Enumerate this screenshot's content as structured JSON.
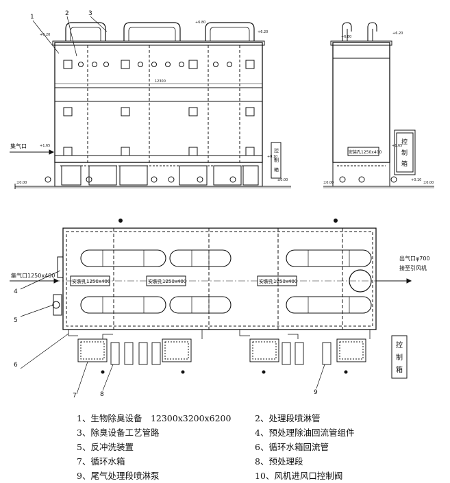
{
  "labels": {
    "inlet": "集气口",
    "inlet_plan": "集气口1250x400",
    "outlet_line1": "出气口φ700",
    "outlet_line2": "接至引风机",
    "control_box": [
      "控",
      "制",
      "箱"
    ],
    "control_box_side": [
      "控",
      "制",
      "箱"
    ],
    "install_hole_side": "安装孔1250x400",
    "install_holes": [
      "安装孔1250x400",
      "安装孔1250x400",
      "安装孔1250x400"
    ],
    "dimension_length": "12300",
    "level_top": "+6.80",
    "level_top2": "+6.20",
    "level_right": "+6.20",
    "level_left_top": "+6.20",
    "level_inlet": "+1.65",
    "level_inlet_side": "+1.65",
    "level_mid": "+0.10",
    "level_zero_left": "±0.00",
    "level_zero_right": "±0.00",
    "level_zero_side": "±0.00",
    "level_zero_side2": "±0.00",
    "level_side_top": "+6.80",
    "level_side_right": "+0.10"
  },
  "callouts": [
    "1",
    "2",
    "3",
    "4",
    "5",
    "6",
    "7",
    "8",
    "9"
  ],
  "legend": [
    {
      "text": "1、生物除臭设备　12300x3200x6200"
    },
    {
      "text": "2、处理段喷淋管"
    },
    {
      "text": "3、除臭设备工艺管路"
    },
    {
      "text": "4、预处理除油回流管组件"
    },
    {
      "text": "5、反冲洗装置"
    },
    {
      "text": "6、循环水箱回流管"
    },
    {
      "text": "7、循环水箱"
    },
    {
      "text": "8、预处理段"
    },
    {
      "text": "9、尾气处理段喷淋泵"
    },
    {
      "text": "10、风机进风口控制阀"
    }
  ]
}
